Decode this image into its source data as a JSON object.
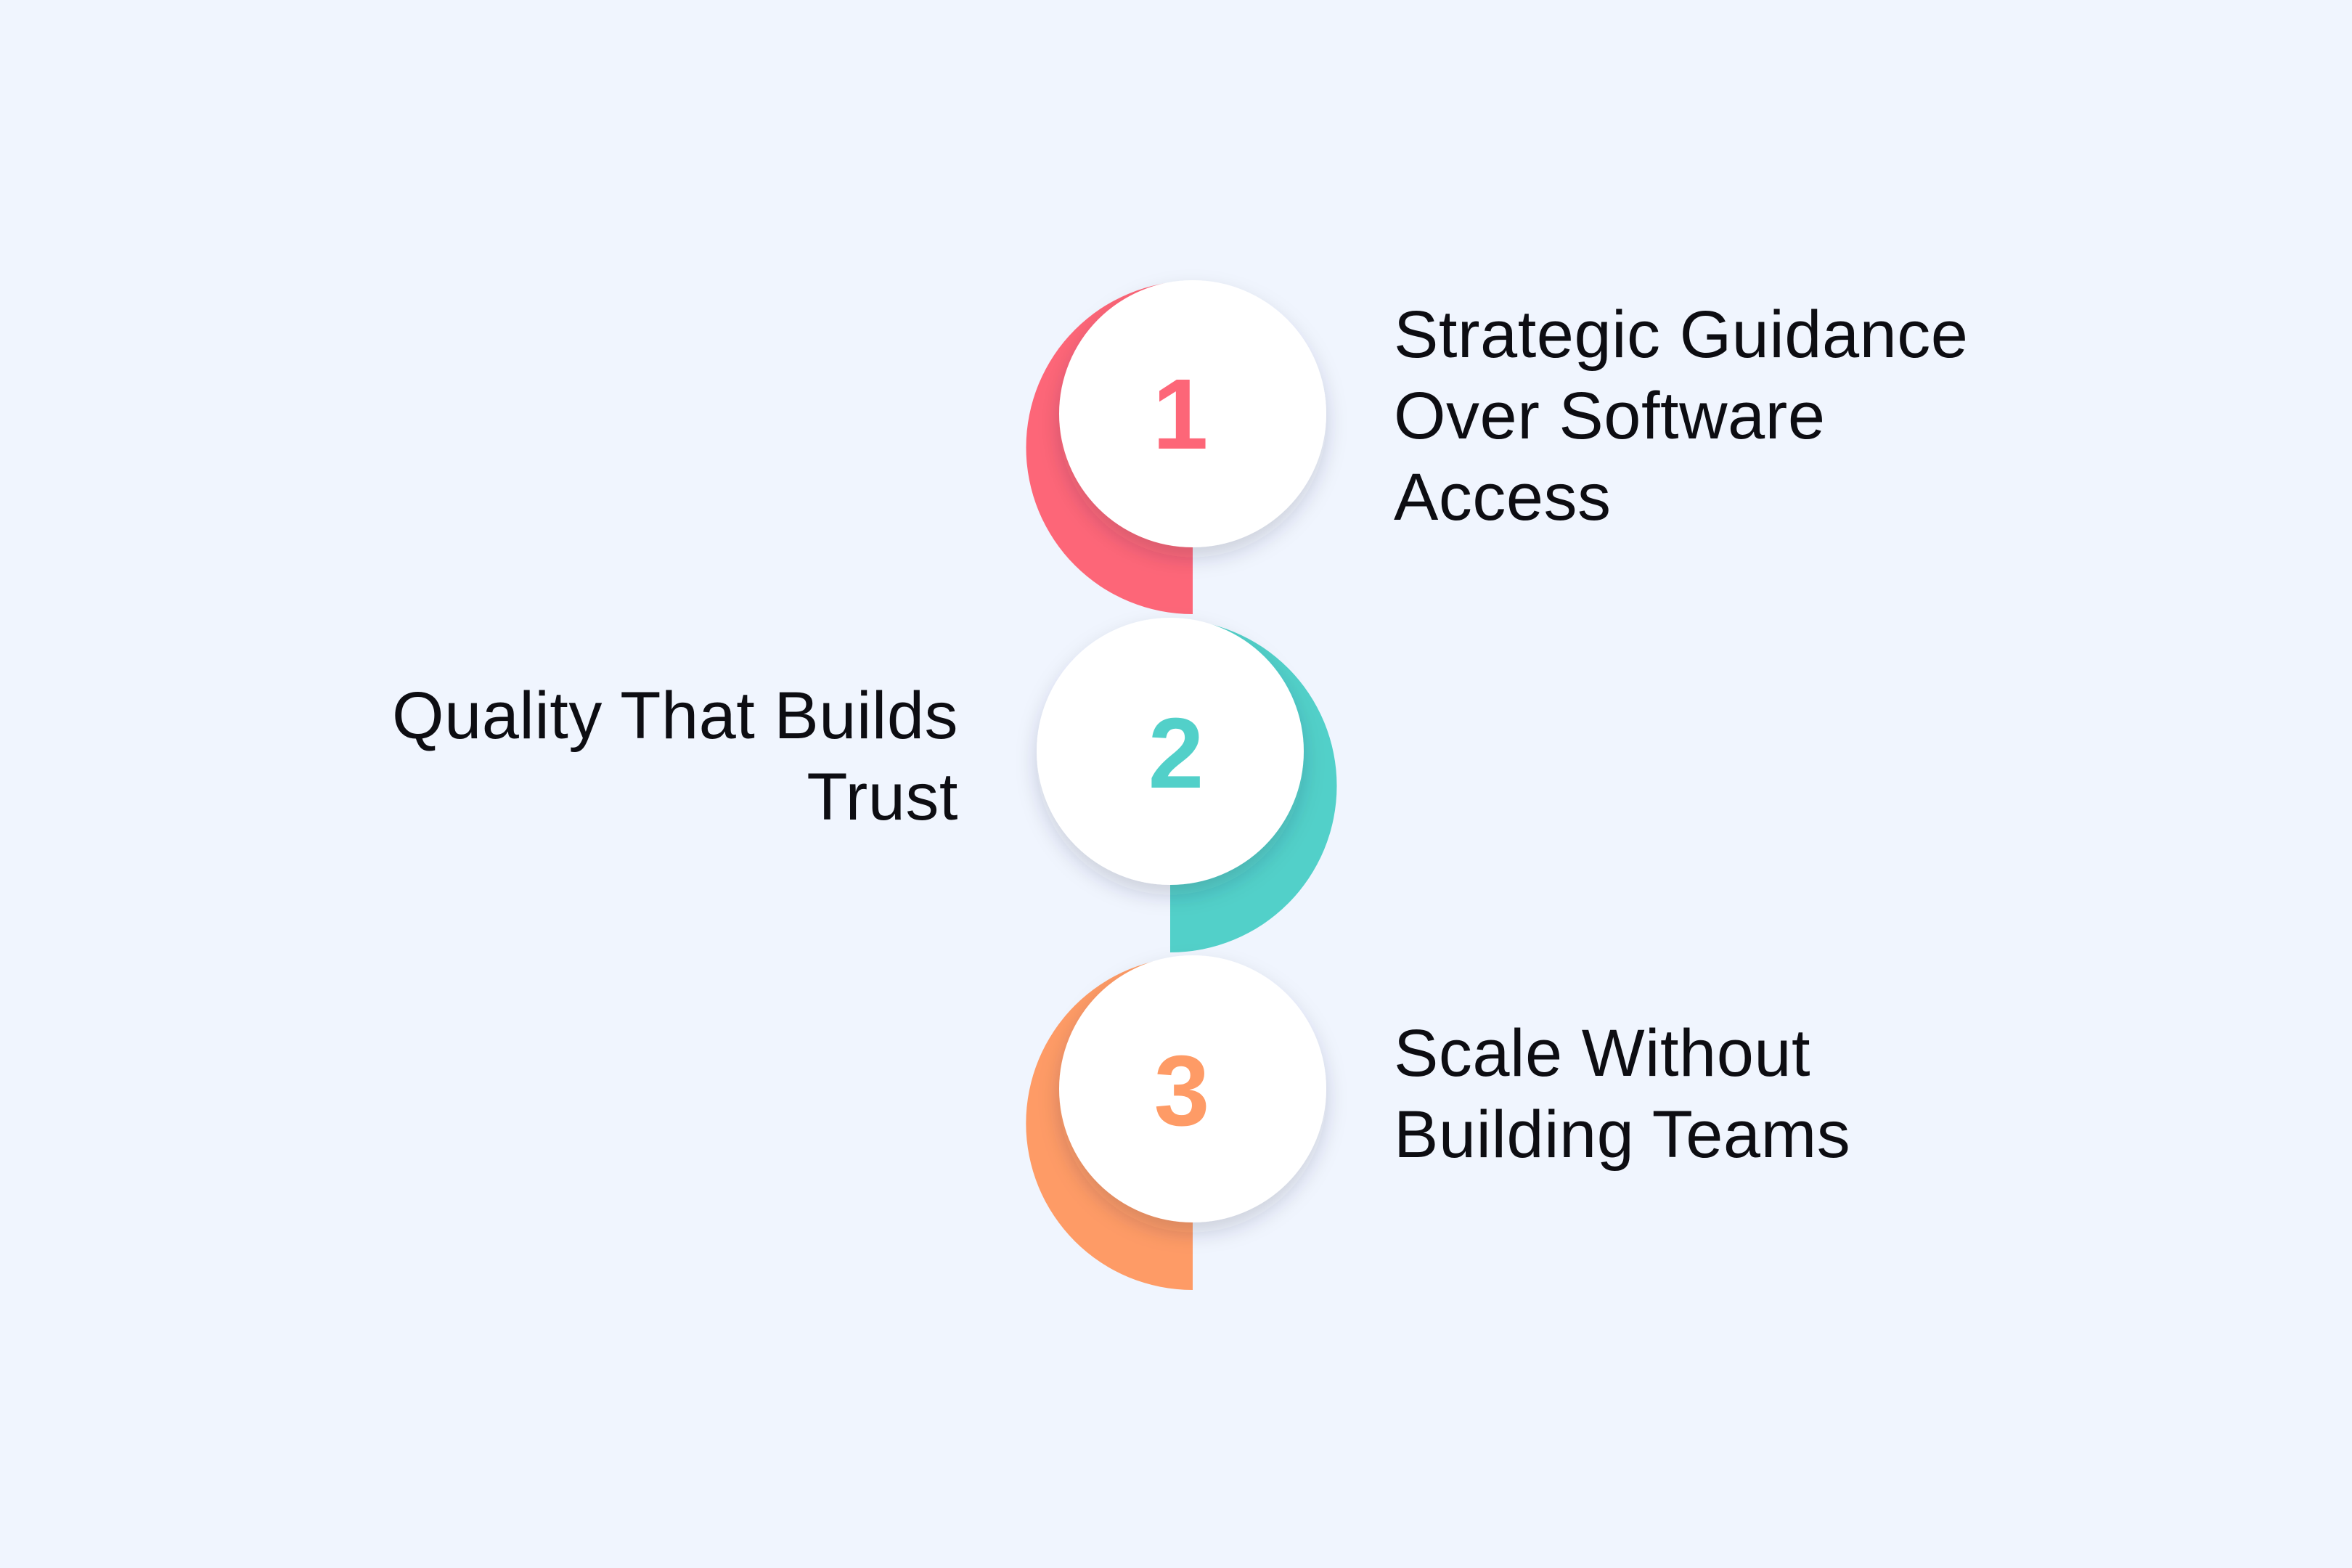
{
  "steps": [
    {
      "number": "1",
      "title_lines": [
        "Strategic Guidance",
        "Over Software",
        "Access"
      ],
      "accent_color": "#fd6678"
    },
    {
      "number": "2",
      "title_lines": [
        "Quality That Builds",
        "Trust"
      ],
      "accent_color": "#52d0c9"
    },
    {
      "number": "3",
      "title_lines": [
        "Scale Without",
        "Building Teams"
      ],
      "accent_color": "#fe9b66"
    }
  ],
  "colors": {
    "background": "#f0f5fe",
    "circle": "#ffffff",
    "text": "#0d0d12"
  }
}
